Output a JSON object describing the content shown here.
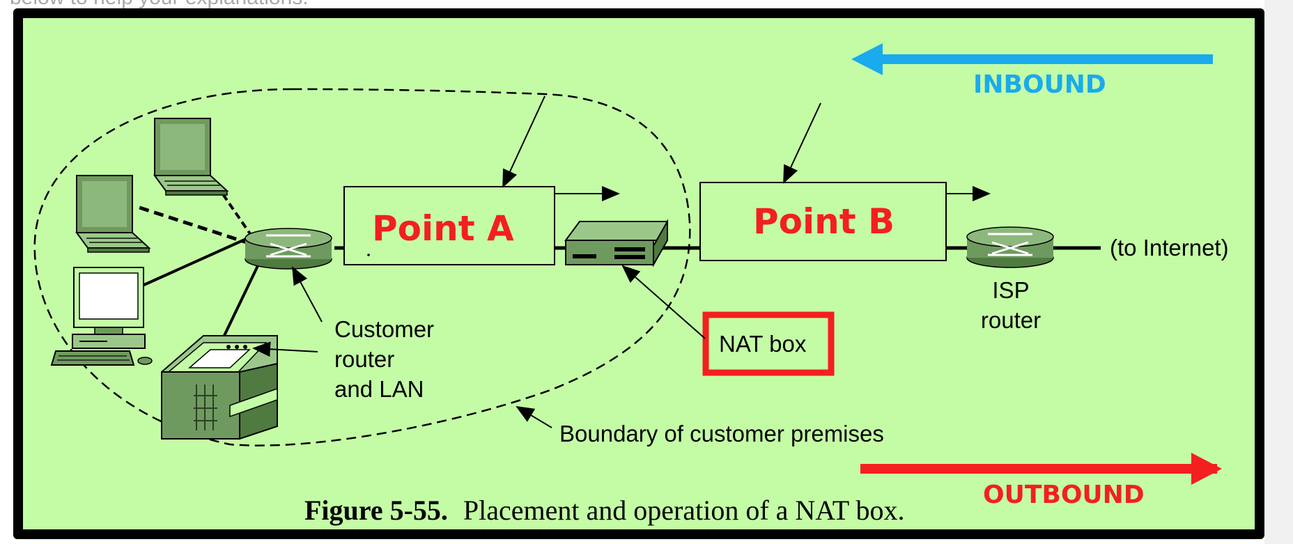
{
  "page": {
    "top_text": "below to help your explanations."
  },
  "diagram": {
    "labels": {
      "point_a": "Point A",
      "point_b": "Point B",
      "inbound": "INBOUND",
      "outbound": "OUTBOUND",
      "to_internet": "(to Internet)",
      "isp_router_line1": "ISP",
      "isp_router_line2": "router",
      "nat_box": "NAT box",
      "customer_line1": "Customer",
      "customer_line2": "router",
      "customer_line3": "and LAN",
      "boundary": "Boundary of customer premises",
      "caption_bold": "Figure 5-55.",
      "caption_text": "Placement and operation of a NAT box."
    },
    "colors": {
      "background": "#c4fca6",
      "frame": "#000000",
      "point_label": "#f41f1f",
      "inbound": "#1aaaee",
      "outbound": "#f41f1f",
      "nat_highlight": "#f41f1f",
      "device": "#6f9a5f"
    },
    "icons": [
      "laptop-icon",
      "desktop-computer-icon",
      "printer-icon",
      "router-icon",
      "nat-box-icon"
    ]
  }
}
